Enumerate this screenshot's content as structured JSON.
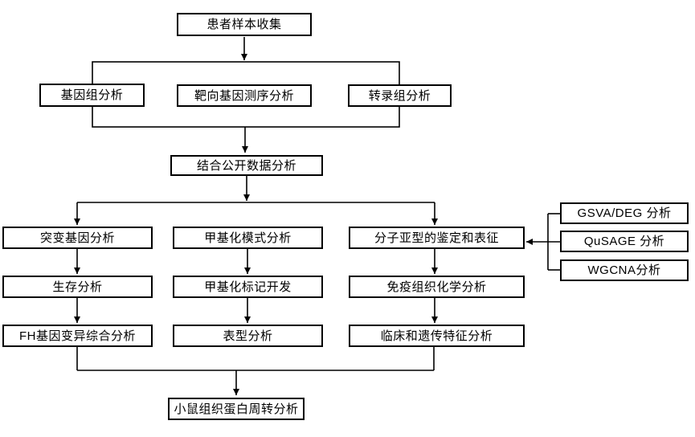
{
  "diagram": {
    "type": "flowchart",
    "colors": {
      "line": "#000000",
      "box_border": "#000000",
      "box_fill": "#ffffff",
      "text": "#000000",
      "background": "#ffffff"
    },
    "nodes": {
      "patient_sample": {
        "label": "患者样本收集"
      },
      "genomic": {
        "label": "基因组分析"
      },
      "targeted_seq": {
        "label": "靶向基因测序分析"
      },
      "transcriptomic": {
        "label": "转录组分析"
      },
      "public_data": {
        "label": "结合公开数据分析"
      },
      "mutation": {
        "label": "突变基因分析"
      },
      "methylation_pattern": {
        "label": "甲基化模式分析"
      },
      "subtype": {
        "label": "分子亚型的鉴定和表征"
      },
      "survival": {
        "label": "生存分析"
      },
      "methylation_marker": {
        "label": "甲基化标记开发"
      },
      "ihc": {
        "label": "免疫组织化学分析"
      },
      "fh_variant": {
        "label": "FH基因变异综合分析"
      },
      "phenotype": {
        "label": "表型分析"
      },
      "clinical_genetic": {
        "label": "临床和遗传特征分析"
      },
      "gsva_deg": {
        "label": "GSVA/DEG 分析"
      },
      "qusage": {
        "label": "QuSAGE 分析"
      },
      "wgcna": {
        "label": "WGCNA分析"
      },
      "mouse_protein": {
        "label": "小鼠组织蛋白周转分析"
      }
    },
    "edges": [
      "患者样本收集 -> (基因组分析, 靶向基因测序分析, 转录组分析)",
      "(基因组分析, 靶向基因测序分析, 转录组分析) -> 结合公开数据分析",
      "结合公开数据分析 -> 突变基因分析",
      "结合公开数据分析 -> 分子亚型的鉴定和表征",
      "突变基因分析 -> 生存分析",
      "生存分析 -> FH基因变异综合分析",
      "甲基化模式分析 -> 甲基化标记开发",
      "甲基化标记开发 -> 表型分析",
      "分子亚型的鉴定和表征 -> 免疫组织化学分析",
      "免疫组织化学分析 -> 临床和遗传特征分析",
      "(GSVA/DEG 分析, QuSAGE 分析, WGCNA分析) -> 分子亚型的鉴定和表征",
      "(FH基因变异综合分析, 临床和遗传特征分析) -> 小鼠组织蛋白周转分析"
    ]
  }
}
